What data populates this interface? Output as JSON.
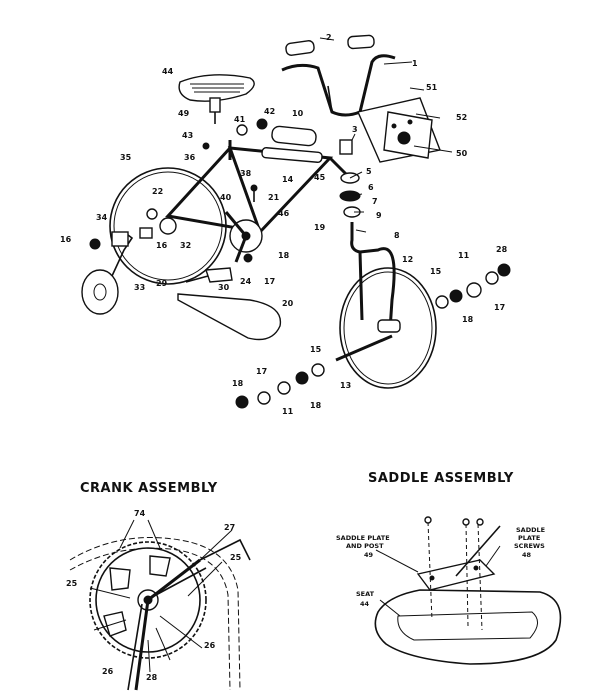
{
  "sections": {
    "crank_title": "CRANK ASSEMBLY",
    "saddle_title": "SADDLE ASSEMBLY"
  },
  "callouts": {
    "c1": "1",
    "c2": "2",
    "c3": "3",
    "c5": "5",
    "c6": "6",
    "c7": "7",
    "c8": "8",
    "c9": "9",
    "c10": "10",
    "c11a": "11",
    "c11b": "11",
    "c12": "12",
    "c13": "13",
    "c14": "14",
    "c15a": "15",
    "c15b": "15",
    "c16a": "16",
    "c16b": "16",
    "c17a": "17",
    "c17b": "17",
    "c17c": "17",
    "c18a": "18",
    "c18b": "18",
    "c18c": "18",
    "c18d": "18",
    "c19": "19",
    "c20": "20",
    "c21": "21",
    "c22": "22",
    "c24": "24",
    "c28a": "28",
    "c29": "29",
    "c30": "30",
    "c32": "32",
    "c33": "33",
    "c34": "34",
    "c35": "35",
    "c36": "36",
    "c38": "38",
    "c40": "40",
    "c41": "41",
    "c42": "42",
    "c43": "43",
    "c44": "44",
    "c45": "45",
    "c46": "46",
    "c49": "49",
    "c50": "50",
    "c51": "51",
    "c52": "52"
  },
  "crank_callouts": {
    "k74": "74",
    "k27": "27",
    "k25a": "25",
    "k25b": "25",
    "k26a": "26",
    "k26b": "26",
    "k28": "28"
  },
  "saddle_callouts": {
    "s_plate_post_1": "SADDLE PLATE",
    "s_plate_post_2": "AND POST",
    "s_49": "49",
    "s_screws_1": "SADDLE",
    "s_screws_2": "PLATE",
    "s_screws_3": "SCREWS",
    "s_48": "48",
    "s_seat": "SEAT",
    "s_44": "44"
  }
}
